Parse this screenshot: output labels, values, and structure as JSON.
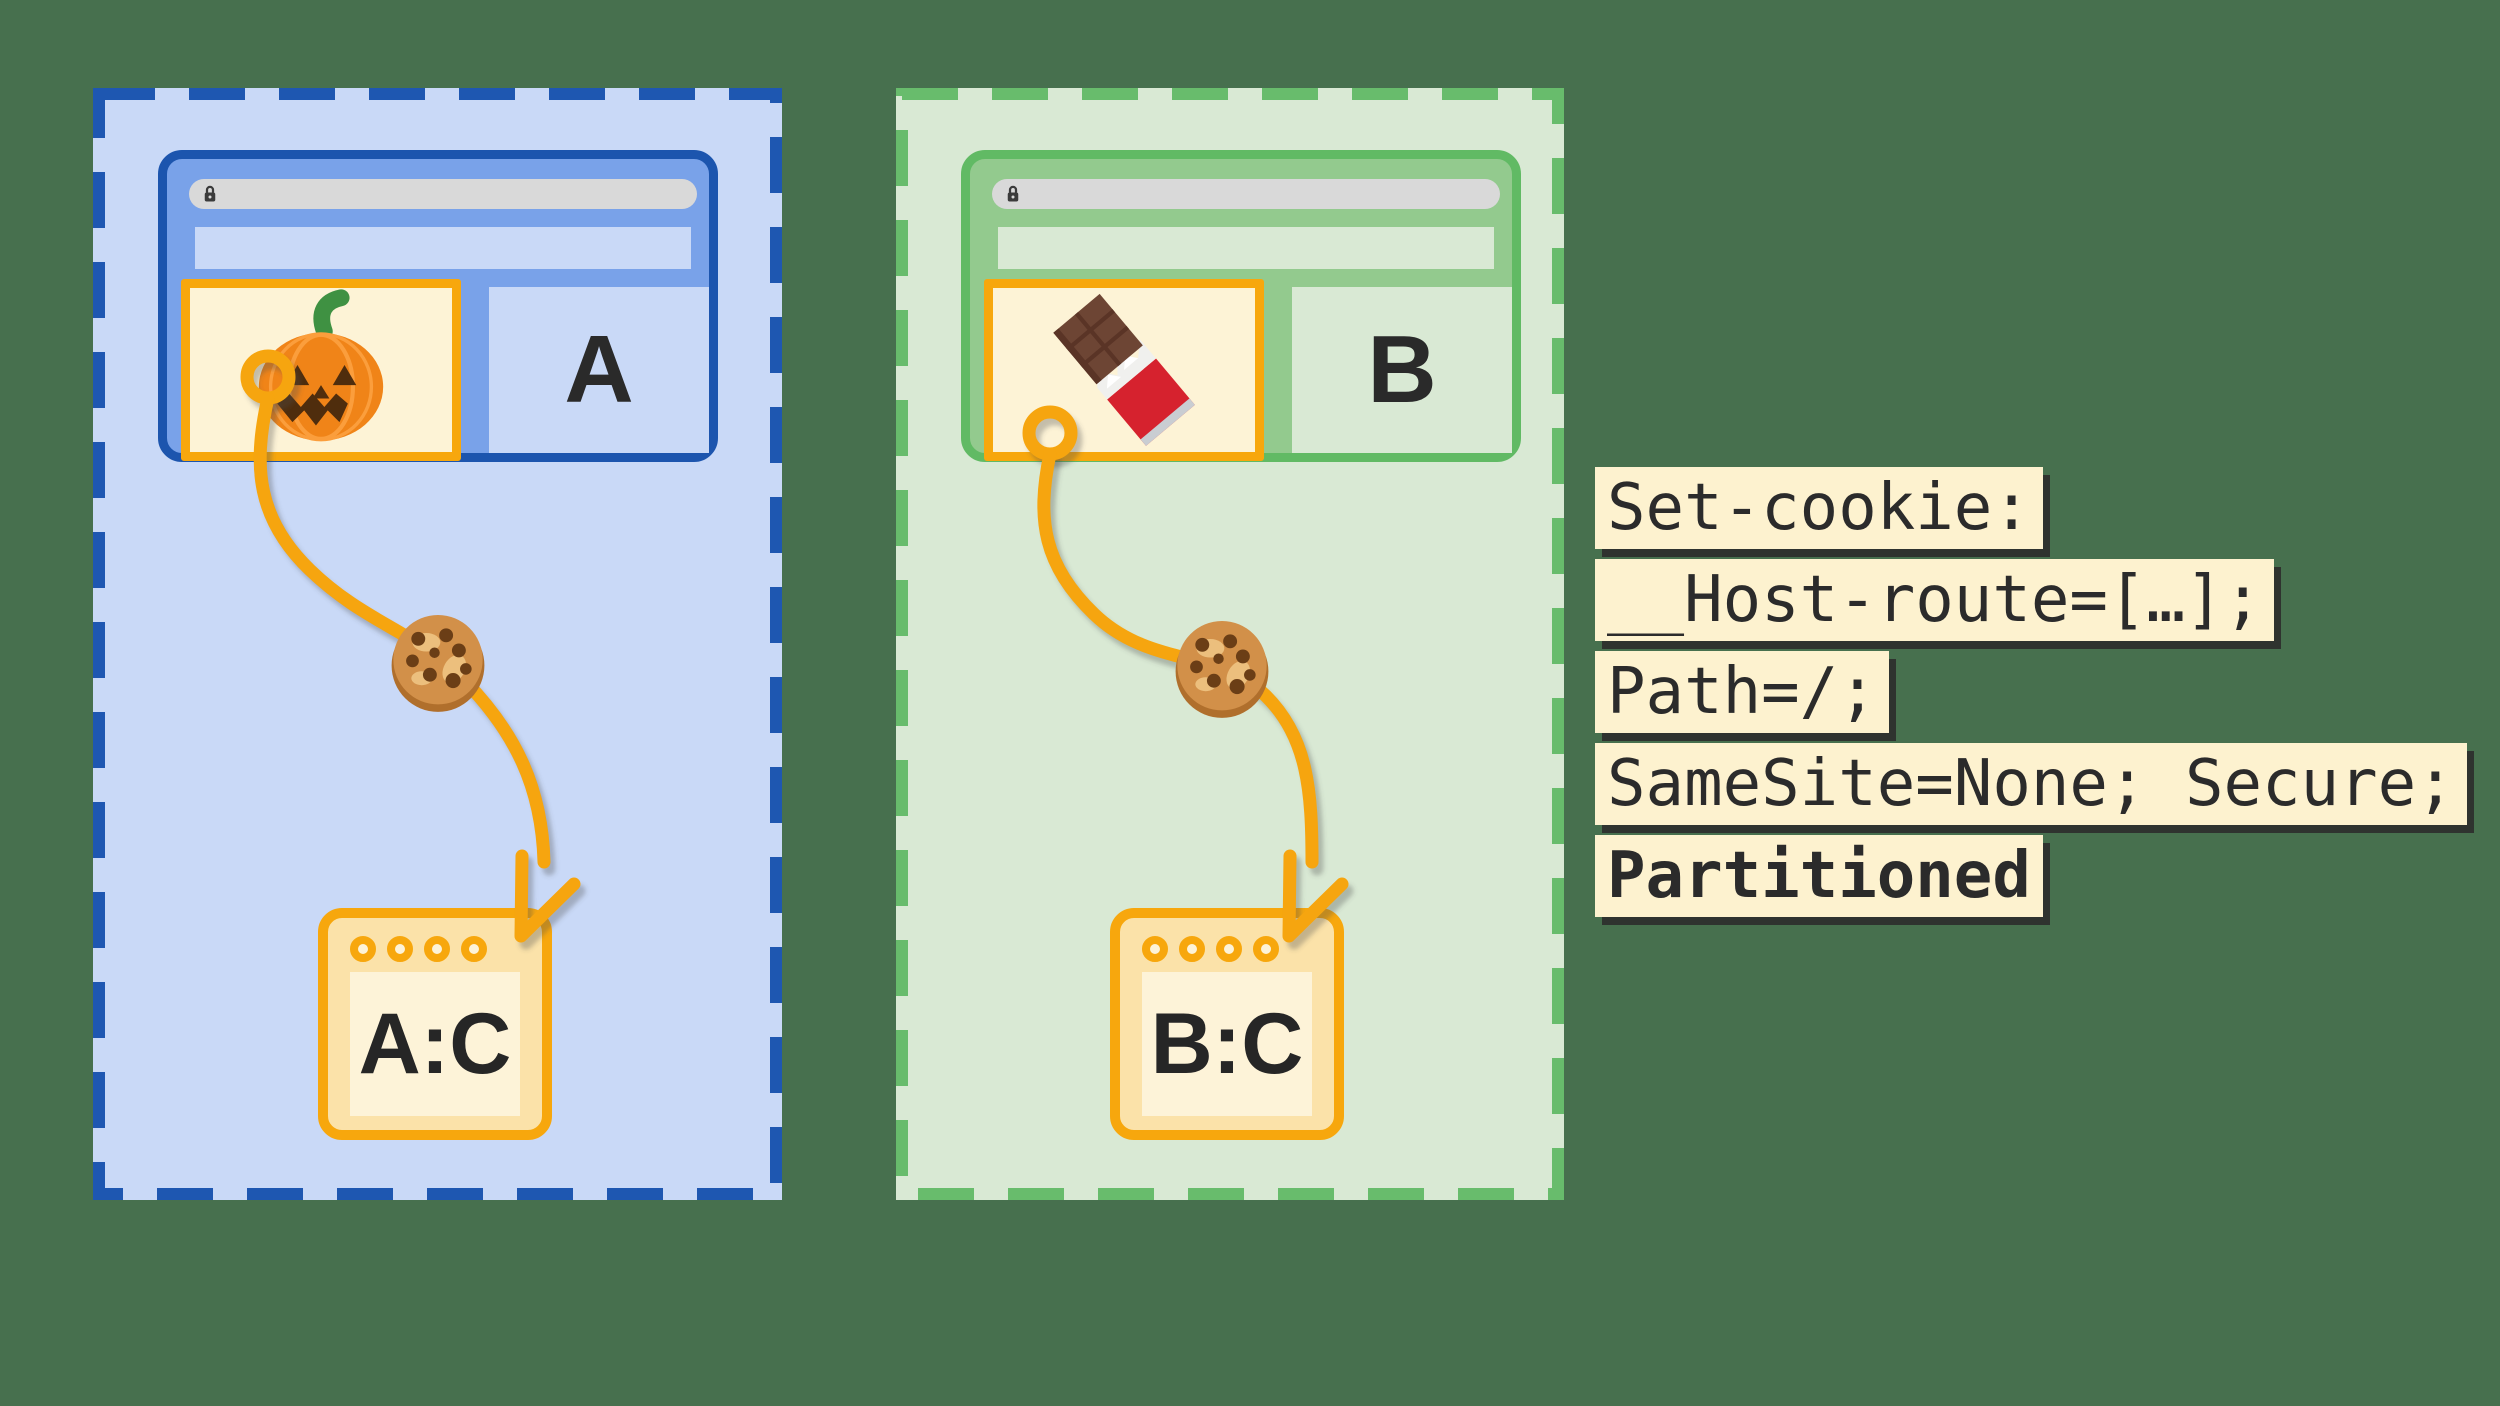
{
  "diagram_title": "partitioned-cookies-chips-diagram",
  "partitions": [
    {
      "id": "site-a",
      "label": "A",
      "storage_label": "A:C",
      "iframe_icon": "pumpkin-emoji",
      "cookie_icon": "cookie-emoji",
      "accent_color": "#1c55ae",
      "fill_color": "#c9d9f7",
      "window_fill": "#79a2e9"
    },
    {
      "id": "site-b",
      "label": "B",
      "storage_label": "B:C",
      "iframe_icon": "chocolate-bar-emoji",
      "cookie_icon": "cookie-emoji",
      "accent_color": "#61ba64",
      "fill_color": "#d9e9d4",
      "window_fill": "#93ca8e"
    }
  ],
  "code_lines": [
    {
      "text": "Set-cookie:",
      "bold": false
    },
    {
      "text": "__Host-route=[…];",
      "bold": false
    },
    {
      "text": "Path=/;",
      "bold": false
    },
    {
      "text": "SameSite=None; Secure;",
      "bold": false
    },
    {
      "text": "Partitioned",
      "bold": true
    }
  ],
  "colors": {
    "background": "#47704e",
    "iframe_border": "#f7a70d",
    "iframe_fill": "#fdf3d6",
    "arrow": "#f6a50f",
    "storage_header": "#fbe2a9",
    "storage_inner": "#fdf3d8",
    "urlbar": "#d9d9d9",
    "code_box_fill": "#fdf2cf",
    "code_text": "#2b2b2b"
  }
}
